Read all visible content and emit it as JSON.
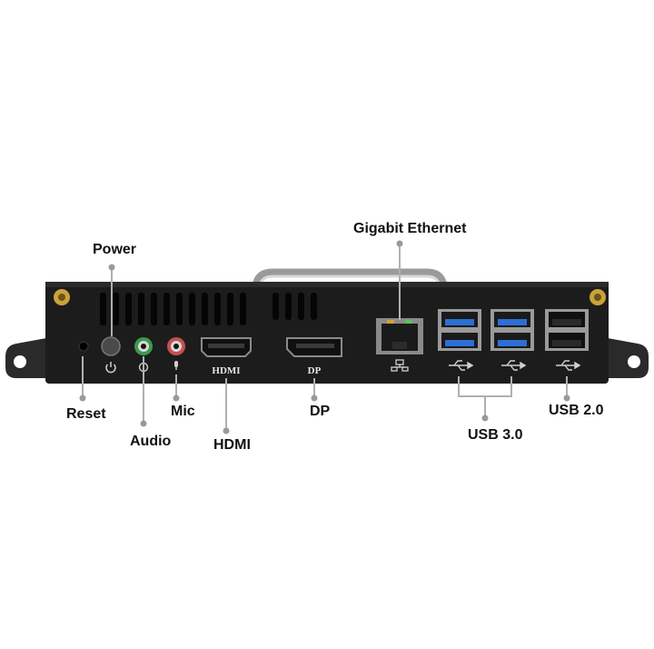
{
  "labels": {
    "power": "Power",
    "reset": "Reset",
    "audio": "Audio",
    "mic": "Mic",
    "hdmi": "HDMI",
    "dp": "DP",
    "ethernet": "Gigabit Ethernet",
    "usb3": "USB 3.0",
    "usb2": "USB 2.0"
  },
  "panel_markings": {
    "hdmi": "HDMI",
    "dp": "DP"
  },
  "colors": {
    "chassis": "#1c1c1c",
    "usb3_blue": "#2b6fd6",
    "audio_green": "#3f9a4a",
    "mic_red": "#c2524f",
    "antenna_gold": "#c9a23a"
  }
}
